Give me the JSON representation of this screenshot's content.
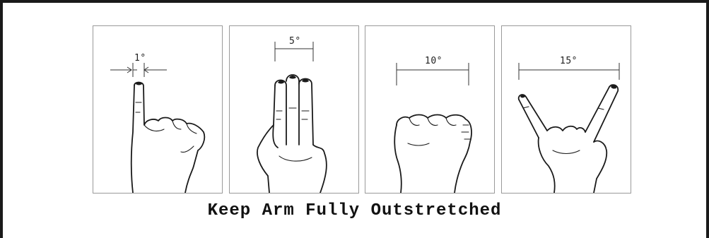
{
  "panels": [
    {
      "angle": "1°"
    },
    {
      "angle": "5°"
    },
    {
      "angle": "10°"
    },
    {
      "angle": "15°"
    }
  ],
  "caption": "Keep Arm Fully Outstretched",
  "colors": {
    "ink": "#1a1a1a",
    "panel_border": "#9a9a9a",
    "frame": "#1a1a1a"
  }
}
